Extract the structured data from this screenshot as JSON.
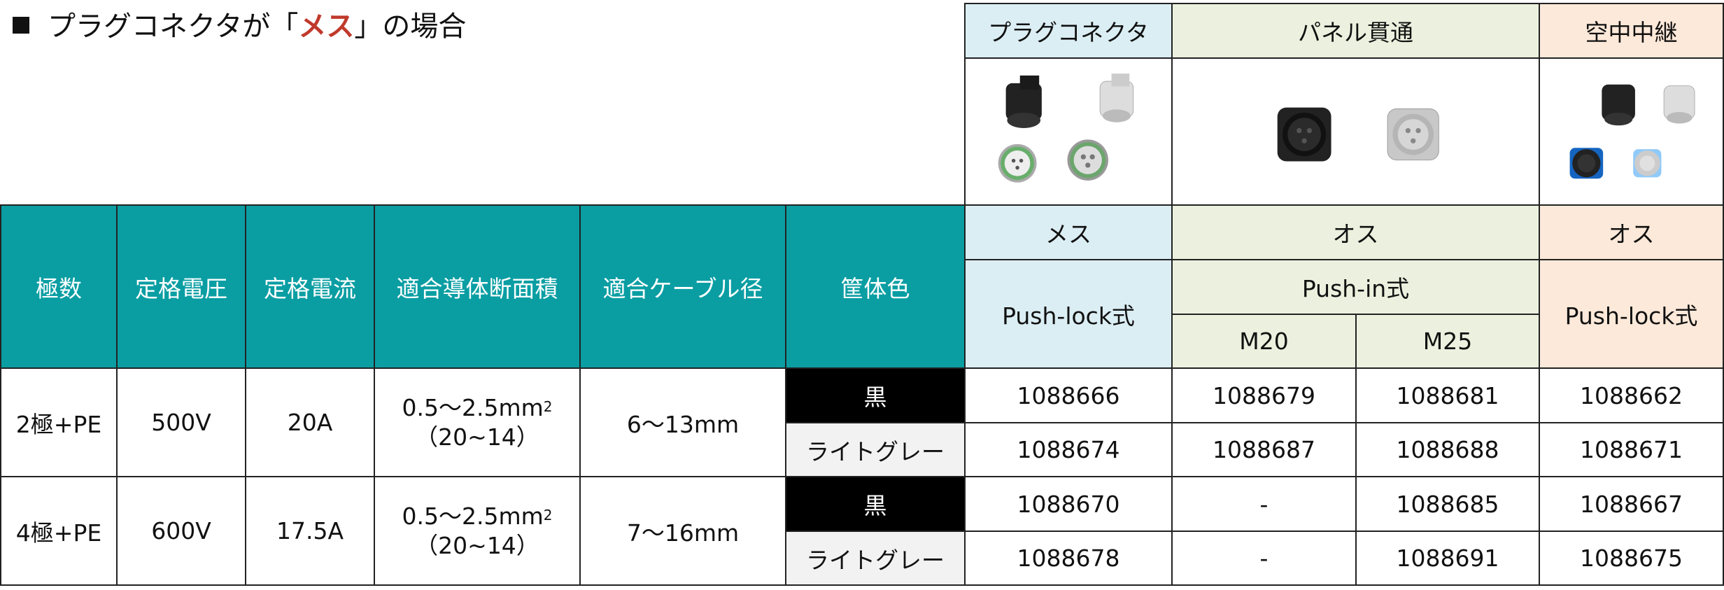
{
  "title": {
    "prefix": "プラグコネクタが「",
    "highlight": "メス",
    "suffix": "」の場合"
  },
  "top_headers": [
    "プラグコネクタ",
    "パネル貫通",
    "空中中継"
  ],
  "images": {
    "plug": "plug-connector-product-image",
    "panel": "panel-feedthrough-product-image",
    "inline": "inline-coupling-product-image"
  },
  "spec_headers": [
    "極数",
    "定格電圧",
    "定格電流",
    "適合導体断面積",
    "適合ケーブル径",
    "筐体色"
  ],
  "gender": {
    "plug": "メス",
    "panel": "オス",
    "inline": "オス"
  },
  "lock": {
    "plug": "Push-lock式",
    "panel": "Push-in式",
    "inline": "Push-lock式"
  },
  "threads": [
    "M20",
    "M25"
  ],
  "groups": [
    {
      "poles": "2極+PE",
      "voltage": "500V",
      "current": "20A",
      "conductor_main": "0.5～2.5mm",
      "conductor_sup": "2",
      "conductor_awg": "（20~14）",
      "cable": "6～13mm",
      "rows": [
        {
          "color": "黒",
          "plug": "1088666",
          "m20": "1088679",
          "m25": "1088681",
          "inline": "1088662"
        },
        {
          "color": "ライトグレー",
          "plug": "1088674",
          "m20": "1088687",
          "m25": "1088688",
          "inline": "1088671"
        }
      ]
    },
    {
      "poles": "4極+PE",
      "voltage": "600V",
      "current": "17.5A",
      "conductor_main": "0.5～2.5mm",
      "conductor_sup": "2",
      "conductor_awg": "（20~14）",
      "cable": "7～16mm",
      "rows": [
        {
          "color": "黒",
          "plug": "1088670",
          "m20": "-",
          "m25": "1088685",
          "inline": "1088667"
        },
        {
          "color": "ライトグレー",
          "plug": "1088678",
          "m20": "-",
          "m25": "1088691",
          "inline": "1088675"
        }
      ]
    }
  ]
}
